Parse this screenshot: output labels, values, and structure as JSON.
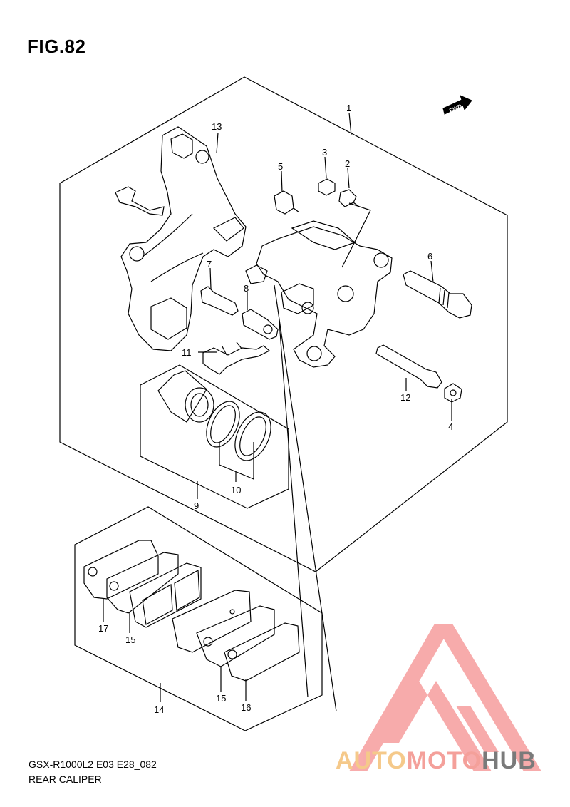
{
  "figure": {
    "title": "FIG.82"
  },
  "fwd_label": "FWD",
  "callouts": {
    "p1": "1",
    "p2": "2",
    "p3": "3",
    "p4": "4",
    "p5": "5",
    "p6": "6",
    "p7": "7",
    "p8": "8",
    "p9": "9",
    "p10": "10",
    "p11": "11",
    "p12": "12",
    "p13": "13",
    "p14": "14",
    "p15a": "15",
    "p15b": "15",
    "p16": "16",
    "p17": "17"
  },
  "footer": {
    "code": "GSX-R1000L2 E03 E28_082",
    "name": "REAR CALIPER"
  },
  "watermark": {
    "text": "AUTOMOTOHUB",
    "part_a": "AUTO",
    "part_b": "MOTO",
    "part_c": "HUB",
    "colors": {
      "auto": "#f5c98a",
      "moto": "#f4a09a",
      "hub": "#7a7a7a",
      "triangle": "#f7a3a3"
    }
  }
}
